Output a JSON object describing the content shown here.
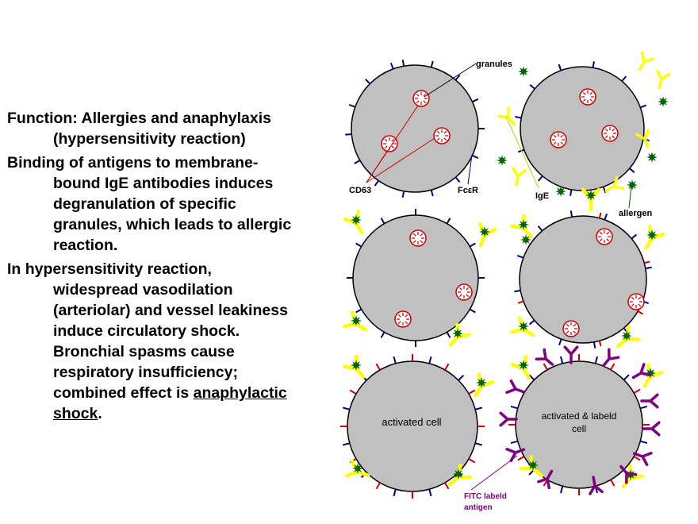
{
  "text": {
    "function_title": "Function:  Allergies and anaphylaxis",
    "function_sub": "(hypersensitivity reaction)",
    "binding_title": "Binding of antigens to membrane-",
    "binding_lines": [
      "bound IgE antibodies induces",
      "degranulation of specific",
      "granules, which leads to allergic",
      "reaction."
    ],
    "hyper_title": "In hypersensitivity reaction,",
    "hyper_lines": [
      "widespread vasodilation",
      "(arteriolar) and vessel leakiness",
      "induce circulatory shock.",
      "Bronchial spasms cause",
      "respiratory insufficiency;"
    ],
    "combined_prefix": "combined effect is ",
    "combined_anaphylactic": "anaphylactic",
    "shock_word": "shock",
    "period": "."
  },
  "diagram": {
    "labels": {
      "granules": "granules",
      "cd63": "CD63",
      "fcer": "FcεR",
      "ige": "IgE",
      "allergen": "allergen",
      "activated_cell": "activated cell",
      "activated_labeled_1": "activated & labeld",
      "activated_labeled_2": "cell",
      "fitc_1": "FITC labeld",
      "fitc_2": "antigen"
    },
    "colors": {
      "cell_fill": "#c0c0c0",
      "receptor": "#000080",
      "ige_yellow": "#ffff00",
      "allergen_green": "#006600",
      "cd63_red": "#cc0000",
      "fitc_purple": "#800080"
    }
  }
}
